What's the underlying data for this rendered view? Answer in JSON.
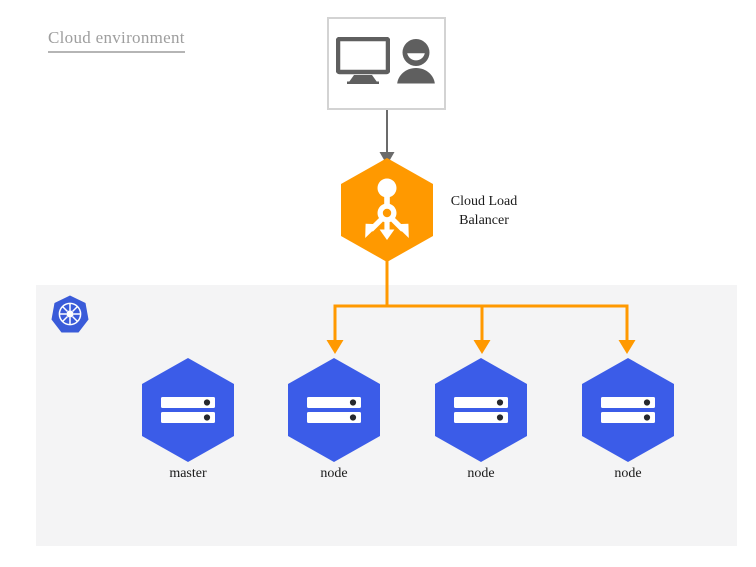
{
  "diagram": {
    "title": "Cloud environment",
    "colors": {
      "orange": "#ff9900",
      "blue": "#3b5ce8",
      "k8s_blue": "#3a5bd9",
      "panel_gray": "#f4f4f5",
      "icon_gray": "#5f5f5f",
      "border_gray": "#d3d3d3",
      "title_gray": "#9e9e9e"
    }
  },
  "client": {
    "name": "client-workstation",
    "monitor_icon": "monitor-icon",
    "user_icon": "user-icon"
  },
  "connector_client_to_lb": {
    "name": "gray-arrow",
    "color": "#6b6b6b"
  },
  "load_balancer": {
    "icon": "load-balancer-icon",
    "label_line1": "Cloud Load",
    "label_line2": "Balancer",
    "shape": "hexagon",
    "color": "#ff9900"
  },
  "kubernetes_panel": {
    "logo_icon": "kubernetes-logo-icon",
    "nodes": [
      {
        "label": "master",
        "icon": "server-icon"
      },
      {
        "label": "node",
        "icon": "server-icon"
      },
      {
        "label": "node",
        "icon": "server-icon"
      },
      {
        "label": "node",
        "icon": "server-icon"
      }
    ]
  }
}
